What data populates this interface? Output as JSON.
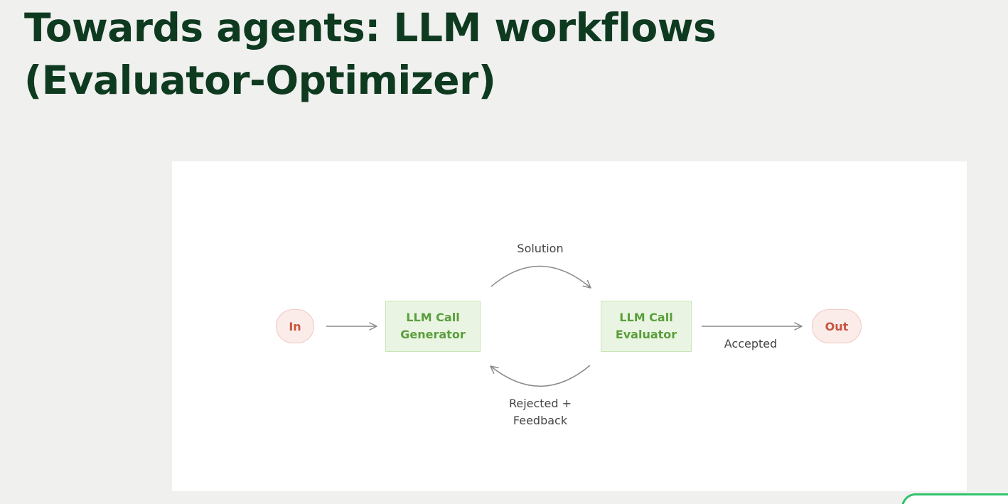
{
  "slide": {
    "title_line1": "Towards agents: LLM workflows",
    "title_line2": "(Evaluator-Optimizer)"
  },
  "diagram": {
    "nodes": {
      "in": "In",
      "generator_line1": "LLM Call",
      "generator_line2": "Generator",
      "evaluator_line1": "LLM Call",
      "evaluator_line2": "Evaluator",
      "out": "Out"
    },
    "edges": {
      "solution": "Solution",
      "rejected_line1": "Rejected +",
      "rejected_line2": "Feedback",
      "accepted": "Accepted"
    },
    "colors": {
      "title": "#0e3a20",
      "io_node_fill": "#fbecea",
      "io_node_text": "#c9543f",
      "llm_node_fill": "#e9f5e2",
      "llm_node_text": "#5a9e3c",
      "arrow": "#8a8a8a"
    }
  }
}
